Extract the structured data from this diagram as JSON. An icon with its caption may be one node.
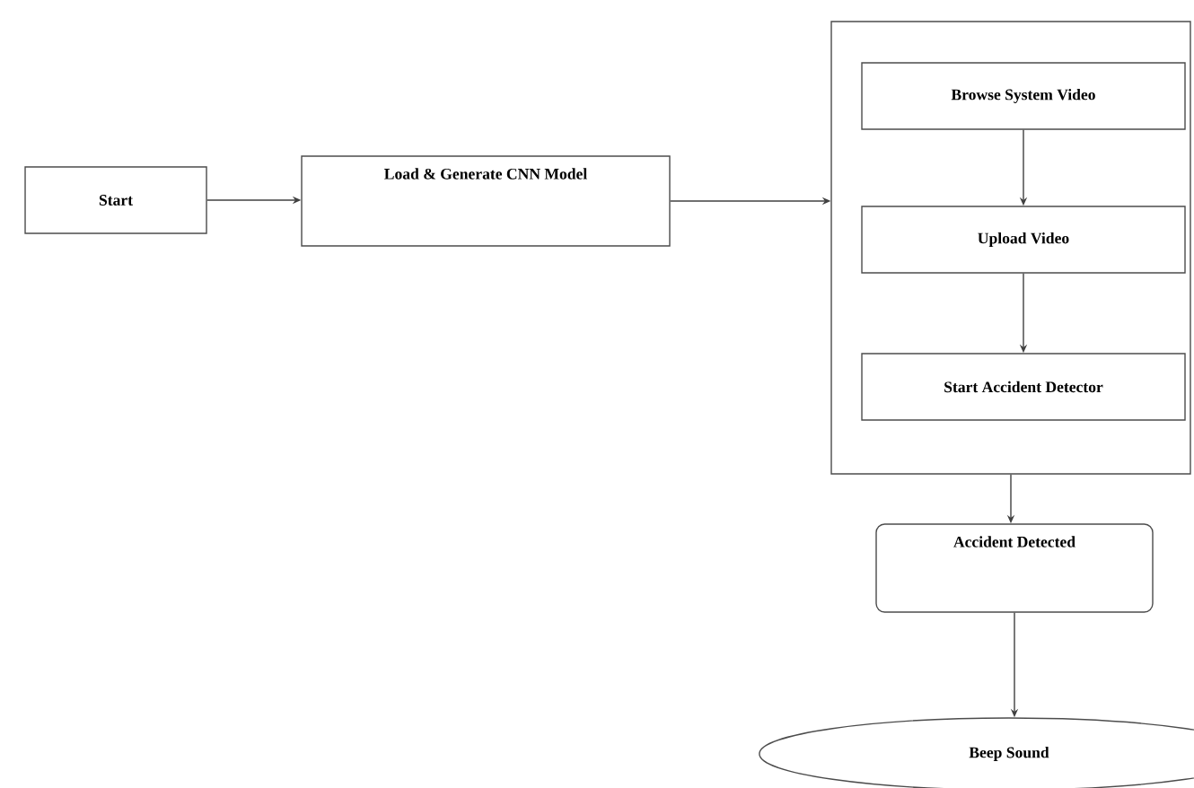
{
  "diagram": {
    "nodes": [
      {
        "text": [
          "Start"
        ]
      },
      {
        "text": [
          "Load & Generate CNN Model"
        ]
      },
      {
        "text": [],
        "shape": "box"
      },
      {
        "text": [
          "Browse System Video"
        ],
        "in": 2
      },
      {
        "text": [
          "Upload Video"
        ],
        "in": 2
      },
      {
        "text": [
          "Start Accident Detector"
        ],
        "in": 2
      },
      {
        "text": [
          "Accident Detected"
        ]
      },
      {
        "text": [
          "Beep Sound"
        ]
      }
    ],
    "edges": [
      {
        "from": 0,
        "to": 1,
        "arrow": "to"
      },
      {
        "from": 1,
        "to": 2,
        "arrow": "to"
      },
      {
        "from": 3,
        "to": 4,
        "arrow": "to"
      },
      {
        "from": 4,
        "to": 5,
        "arrow": "to"
      },
      {
        "from": 2,
        "to": 6,
        "arrow": "to"
      },
      {
        "from": 6,
        "to": 7,
        "arrow": "to"
      }
    ]
  }
}
